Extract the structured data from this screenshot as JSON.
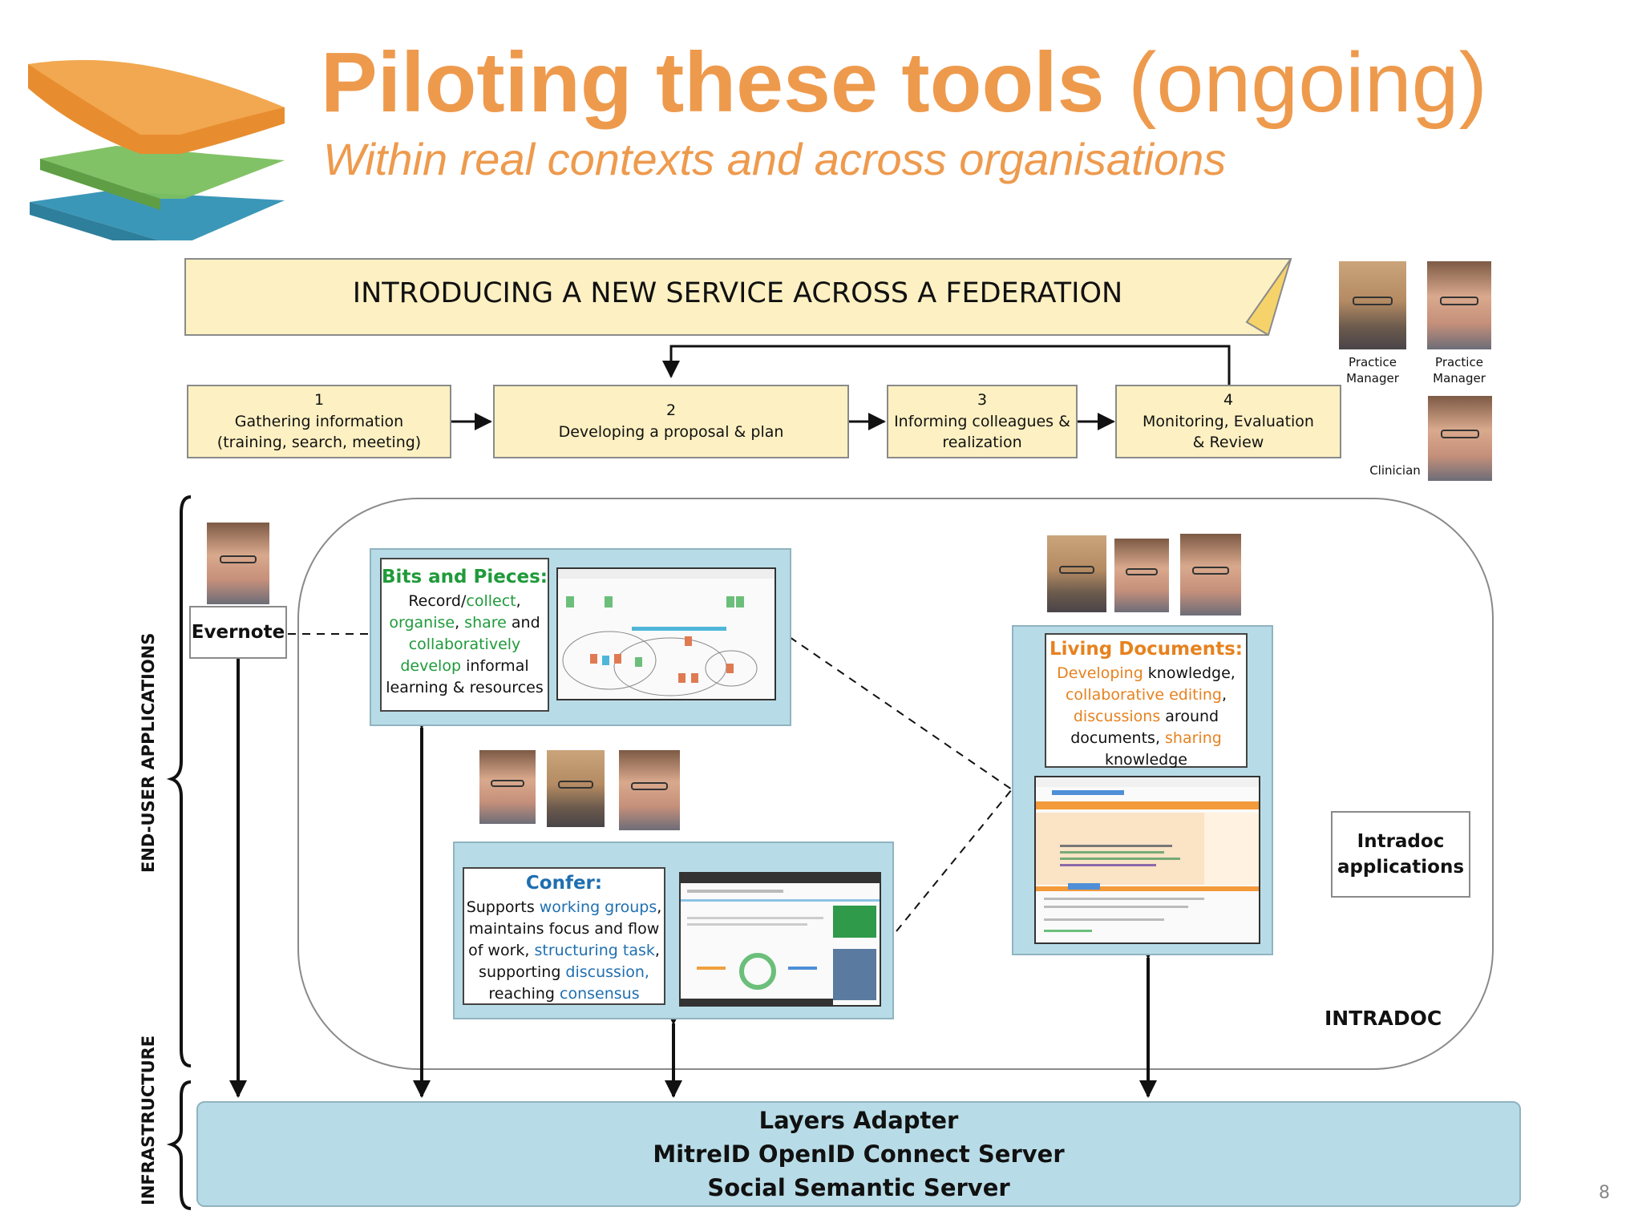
{
  "header": {
    "title_bold": "Piloting these tools",
    "title_light": "(ongoing)",
    "subtitle": "Within real contexts and across organisations"
  },
  "banner": {
    "text": "INTRODUCING A NEW SERVICE ACROSS A FEDERATION"
  },
  "steps": [
    {
      "number": "1",
      "line1": "Gathering information",
      "line2": "(training, search, meeting)"
    },
    {
      "number": "2",
      "line1": "Developing a proposal & plan",
      "line2": ""
    },
    {
      "number": "3",
      "line1": "Informing colleagues  &",
      "line2": "realization"
    },
    {
      "number": "4",
      "line1": "Monitoring, Evaluation",
      "line2": "& Review"
    }
  ],
  "roles": {
    "practice_manager_1": [
      "Practice",
      "Manager"
    ],
    "practice_manager_2": [
      "Practice",
      "Manager"
    ],
    "clinician": "Clinician"
  },
  "evernote": {
    "label": "Evernote"
  },
  "bits": {
    "heading": "Bits and Pieces:",
    "l1a": "Record/",
    "l1b": "collect",
    "l1c": ",",
    "l2a": "organise",
    "l2b": ", ",
    "l2c": "share",
    "l2d": " and",
    "l3": "collaboratively",
    "l4a": "develop",
    "l4b": " informal",
    "l5": "learning & resources"
  },
  "living": {
    "heading": "Living Documents:",
    "l1a": "Developing",
    "l1b": " knowledge,",
    "l2a": "collaborative editing",
    "l2b": ",",
    "l3a": "discussions",
    "l3b": " around",
    "l4a": "documents, ",
    "l4b": "sharing",
    "l5": "knowledge"
  },
  "confer": {
    "heading": "Confer:",
    "l1a": "Supports ",
    "l1b": "working groups",
    "l1c": ",",
    "l2": "maintains focus and flow",
    "l3a": "of work, ",
    "l3b": "structuring task",
    "l3c": ",",
    "l4a": "supporting ",
    "l4b": "discussion,",
    "l5a": "reaching ",
    "l5b": "consensus"
  },
  "intradoc_apps": {
    "line1": "Intradoc",
    "line2": "applications"
  },
  "intradoc_label": "INTRADOC",
  "side_labels": {
    "end_user": "END-USER APPLICATIONS",
    "infra": "INFRASTRUCTURE"
  },
  "infrastructure": {
    "line1": "Layers Adapter",
    "line2": "MitreID OpenID Connect Server",
    "line3": "Social Semantic Server"
  },
  "page_number": "8",
  "colors": {
    "accent": "#ee9a4d",
    "panel_blue": "#b8dce7",
    "step_fill": "#fdf0c2",
    "green": "#1f9a3a",
    "blue": "#1f6fb0",
    "orange": "#e6821f"
  },
  "icons": {
    "logo": "layers-logo-icon"
  }
}
